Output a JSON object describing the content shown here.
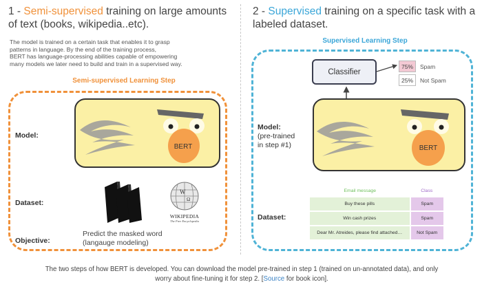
{
  "left": {
    "heading_num": "1 - ",
    "heading_highlight": "Semi-supervised",
    "heading_rest": " training on large amounts",
    "heading_line2": "of text (books, wikipedia..etc).",
    "description": [
      "The model is trained on a certain task that enables it to grasp",
      "patterns in language. By the end of the training process,",
      "BERT has language-processing abilities capable of empowering",
      "many models we later need to build and train in a supervised way."
    ],
    "step_title": "Semi-supervised Learning Step",
    "model_label": "Model:",
    "bert_label": "BERT",
    "dataset_label": "Dataset:",
    "wikipedia_logo_text": "Wikipedia",
    "wikipedia_tagline": "The Free Encyclopedia",
    "objective_label": "Objective:",
    "objective_text": [
      "Predict the masked word",
      "(langauge modeling)"
    ]
  },
  "right": {
    "heading_num": "2 - ",
    "heading_highlight": "Supervised",
    "heading_rest": " training on a specific task with a",
    "heading_line2": "labeled dataset.",
    "step_title": "Supervised Learning Step",
    "classifier_label": "Classifier",
    "outputs": [
      {
        "pct": "75%",
        "label": "Spam",
        "fill": "#f3c9d4"
      },
      {
        "pct": "25%",
        "label": "Not Spam",
        "fill": "#ffffff"
      }
    ],
    "model_label": [
      "Model:",
      "(pre-trained",
      "in step #1)"
    ],
    "bert_label": "BERT",
    "dataset_label": "Dataset:",
    "table": {
      "headers": [
        "Email message",
        "Class"
      ],
      "rows": [
        [
          "Buy these pills",
          "Spam"
        ],
        [
          "Win cash prizes",
          "Spam"
        ],
        [
          "Dear Mr. Atreides, please find attached…",
          "Not Spam"
        ]
      ]
    }
  },
  "caption": {
    "line1": "The two steps of how BERT is developed. You can download the model pre-trained in step 1 (trained on un-annotated data), and only",
    "line2_a": "worry about fine-tuning it for step 2. [",
    "line2_link": "Source",
    "line2_b": " for book icon]."
  },
  "colors": {
    "orange": "#f0913a",
    "blue": "#4fb3d6",
    "bert_yellow": "#fbf0a5",
    "header_green": "#6cbf5a",
    "header_purple": "#a06ac8",
    "cell_green": "#e3f1d8",
    "cell_purple": "#e4c8ea"
  }
}
